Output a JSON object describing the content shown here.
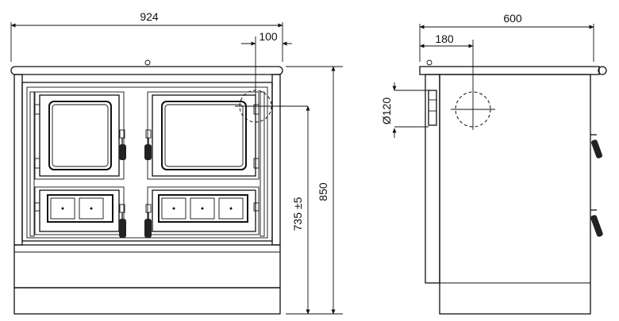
{
  "dimensions": {
    "total_width": "924",
    "flue_offset_front": "100",
    "total_depth": "600",
    "flue_offset_side": "180",
    "flue_diameter": "Ø120",
    "work_height": "735 ±5",
    "total_height": "850"
  }
}
